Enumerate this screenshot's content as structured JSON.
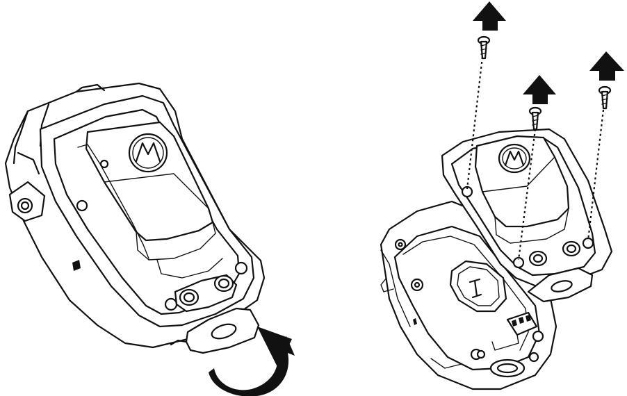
{
  "figure": {
    "panels": [
      {
        "id": "left",
        "depicts": "device-with-clip-cover-closed"
      },
      {
        "id": "right",
        "depicts": "device-opened-clip-cover-with-screws-removed"
      }
    ],
    "screws_removed": 3,
    "line_color": "#111111",
    "background": "#ffffff"
  }
}
